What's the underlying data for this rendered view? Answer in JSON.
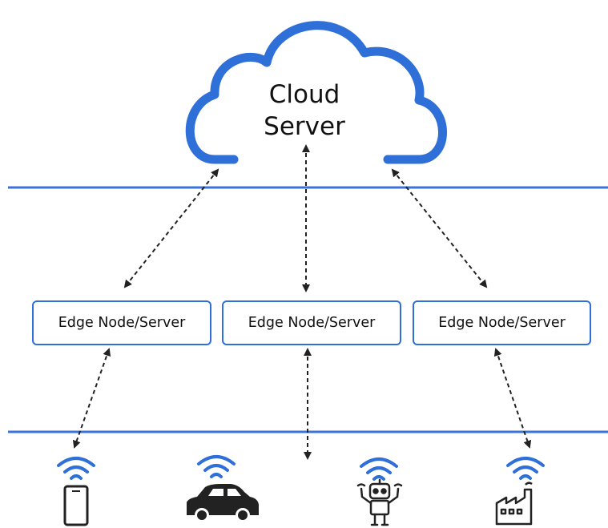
{
  "cloud": {
    "label_line1": "Cloud",
    "label_line2": "Server"
  },
  "edge_nodes": [
    {
      "label": "Edge Node/Server"
    },
    {
      "label": "Edge Node/Server"
    },
    {
      "label": "Edge Node/Server"
    }
  ],
  "devices": [
    {
      "icon": "smartphone-icon"
    },
    {
      "icon": "car-icon"
    },
    {
      "icon": "robot-icon"
    },
    {
      "icon": "factory-icon"
    }
  ],
  "colors": {
    "accent": "#2f6fd8",
    "line": "#3b73d9",
    "icon_blue": "#2f6fd8",
    "arrow": "#222222"
  }
}
